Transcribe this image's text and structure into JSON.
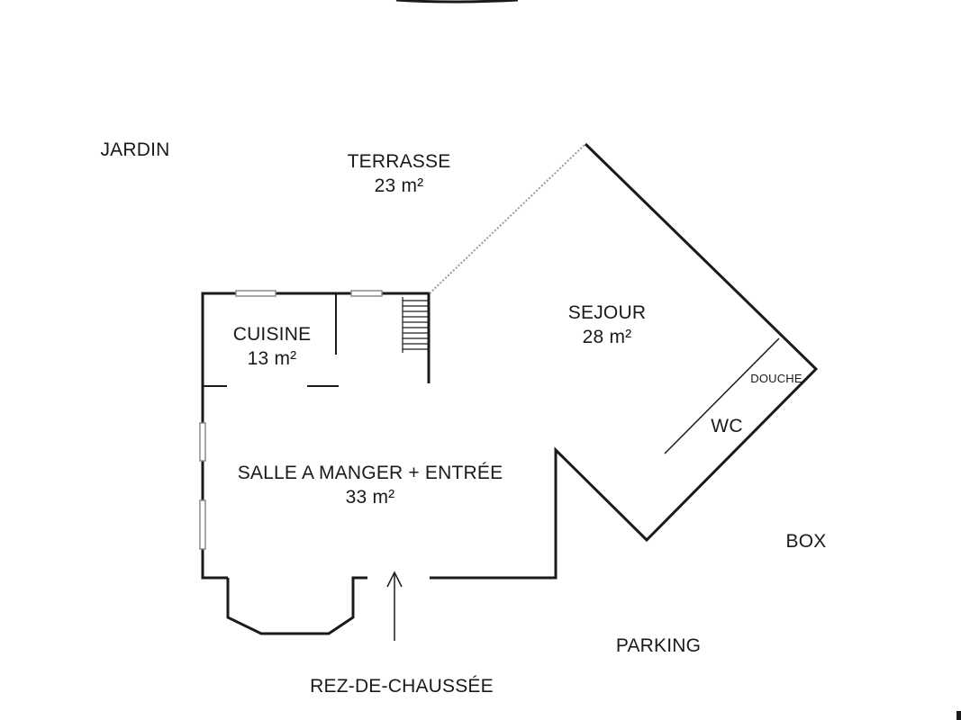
{
  "plan": {
    "title": "REZ-DE-CHAUSSÉE",
    "outdoor": {
      "garden": "JARDIN",
      "terrace": {
        "name": "TERRASSE",
        "area": "23 m²"
      },
      "box": "BOX",
      "parking": "PARKING"
    },
    "rooms": {
      "kitchen": {
        "name": "CUISINE",
        "area": "13 m²"
      },
      "living": {
        "name": "SEJOUR",
        "area": "28 m²"
      },
      "dining": {
        "name": "SALLE A MANGER + ENTRÉE",
        "area": "33 m²"
      },
      "shower": {
        "name": "DOUCHE"
      },
      "wc": {
        "name": "WC"
      }
    },
    "colors": {
      "wall": "#1a1a1a",
      "window": "#9a9a9a",
      "background": "#ffffff"
    }
  }
}
